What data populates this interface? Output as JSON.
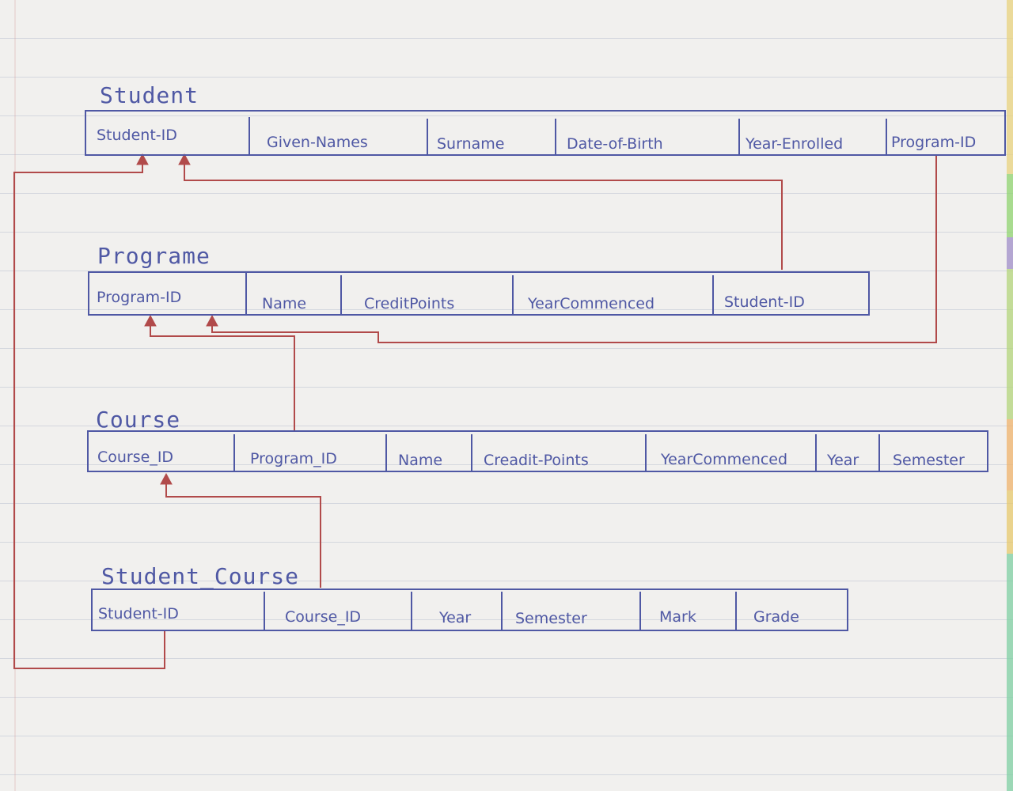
{
  "entities": {
    "student": {
      "title": "Student",
      "fields": [
        "Student-ID",
        "Given-Names",
        "Surname",
        "Date-of-Birth",
        "Year-Enrolled",
        "Program-ID"
      ]
    },
    "programe": {
      "title": "Programe",
      "fields": [
        "Program-ID",
        "Name",
        "CreditPoints",
        "YearCommenced",
        "Student-ID"
      ]
    },
    "course": {
      "title": "Course",
      "fields": [
        "Course_ID",
        "Program_ID",
        "Name",
        "Creadit-Points",
        "YearCommenced",
        "Year",
        "Semester"
      ]
    },
    "student_course": {
      "title": "Student_Course",
      "fields": [
        "Student-ID",
        "Course_ID",
        "Year",
        "Semester",
        "Mark",
        "Grade"
      ]
    }
  },
  "colors": {
    "ink_blue": "#4f58a4",
    "ink_red": "#b14a4a",
    "paper": "#f1f0ee",
    "rule_line": "#d4d7de"
  }
}
